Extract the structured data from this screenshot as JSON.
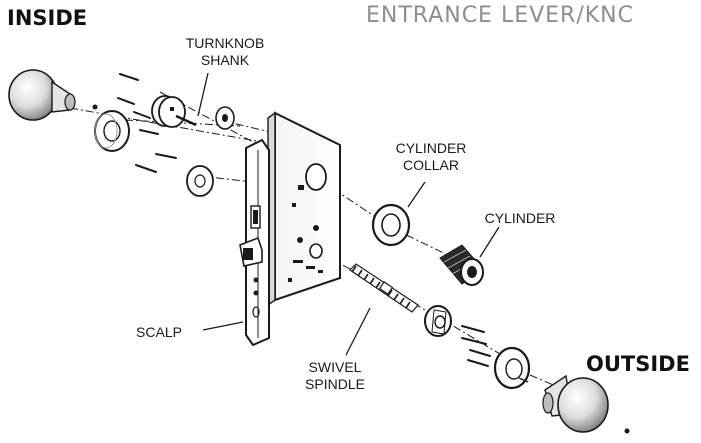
{
  "banner": "ENTRANCE LEVER/KNC",
  "headings": {
    "inside": "INSIDE",
    "outside": "OUTSIDE"
  },
  "parts": {
    "turnknob_shank": [
      "TURNKNOB",
      "SHANK"
    ],
    "cylinder_collar": [
      "CYLINDER",
      "COLLAR"
    ],
    "cylinder": "CYLINDER",
    "scalp": "SCALP",
    "swivel_spindle": [
      "SWIVEL",
      "SPINDLE"
    ]
  },
  "colors": {
    "ink": "#1a1a1a",
    "banner": "#8e8e8e",
    "shade": "#9a9a9a"
  }
}
